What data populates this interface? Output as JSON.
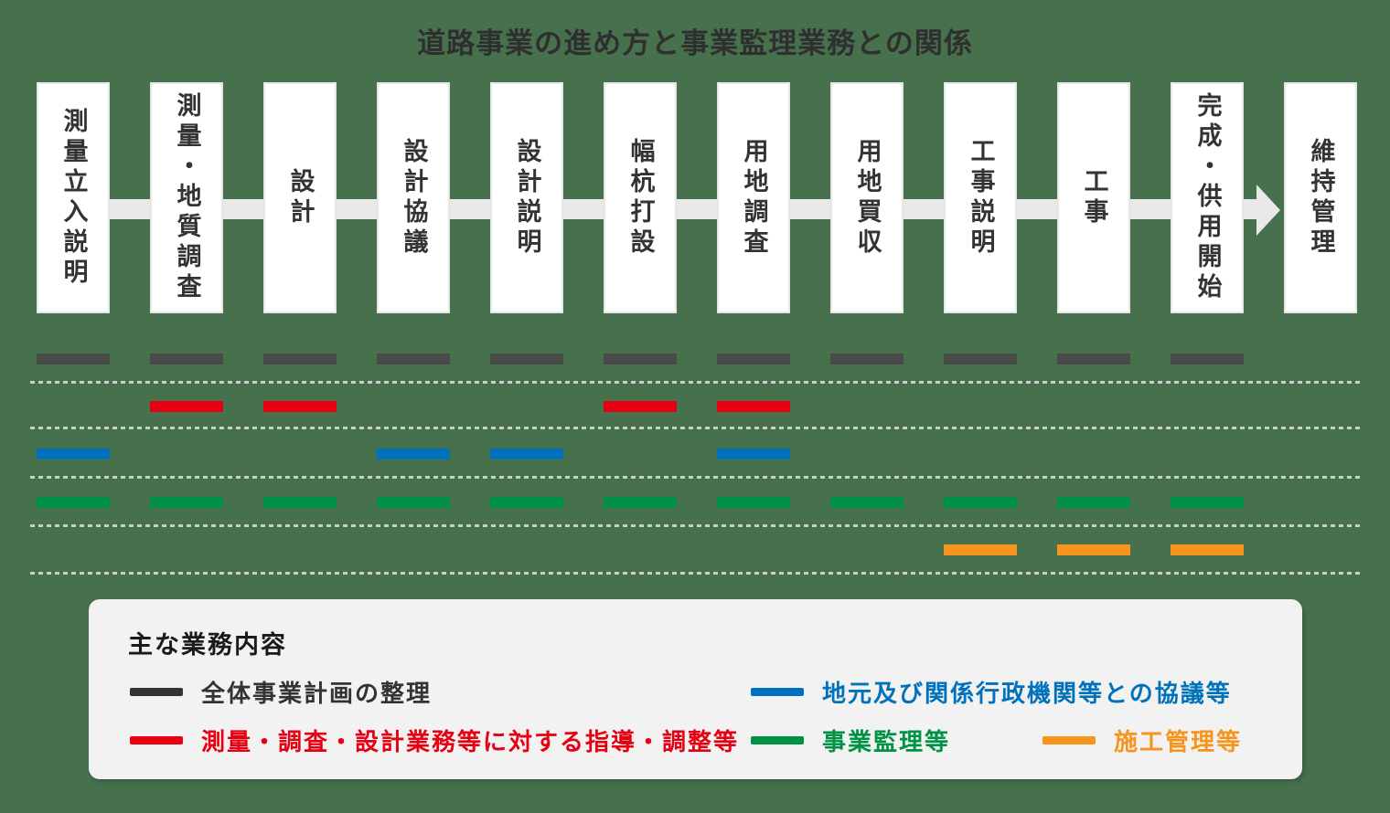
{
  "title": "道路事業の進め方と事業監理業務との関係",
  "flow": {
    "steps": [
      {
        "label": "測量立入説明"
      },
      {
        "label": "測量・地質調査"
      },
      {
        "label": "設計"
      },
      {
        "label": "設計協議"
      },
      {
        "label": "設計説明"
      },
      {
        "label": "幅杭打設"
      },
      {
        "label": "用地調査"
      },
      {
        "label": "用地買収"
      },
      {
        "label": "工事説明"
      },
      {
        "label": "工事"
      },
      {
        "label": "完成・供用開始"
      },
      {
        "label": "維持管理"
      }
    ],
    "arrow_color": "#e9e9e9"
  },
  "activity_rows": [
    {
      "name": "overall-project-plan",
      "color": "#4a4a4a",
      "columns": [
        1,
        2,
        3,
        4,
        5,
        6,
        7,
        8,
        9,
        10,
        11
      ]
    },
    {
      "name": "survey-design-guidance",
      "color": "#e60012",
      "columns": [
        2,
        3,
        6,
        7
      ]
    },
    {
      "name": "local-agency-consultation",
      "color": "#0072bc",
      "columns": [
        1,
        4,
        5,
        7
      ]
    },
    {
      "name": "project-supervision",
      "color": "#009149",
      "columns": [
        1,
        2,
        3,
        4,
        5,
        6,
        7,
        8,
        9,
        10,
        11
      ]
    },
    {
      "name": "construction-management",
      "color": "#f7941d",
      "columns": [
        9,
        10,
        11
      ]
    }
  ],
  "legend": {
    "heading": "主な業務内容",
    "items": [
      {
        "label": "全体事業計画の整理",
        "color": "#333333",
        "text_color": "#333333"
      },
      {
        "label": "測量・調査・設計業務等に対する指導・調整等",
        "color": "#e60012",
        "text_color": "#e60012"
      },
      {
        "label": "地元及び関係行政機関等との協議等",
        "color": "#0072bc",
        "text_color": "#0072bc"
      },
      {
        "label": "事業監理等",
        "color": "#009245",
        "text_color": "#009245"
      },
      {
        "label": "施工管理等",
        "color": "#f7941d",
        "text_color": "#f7941d"
      }
    ]
  }
}
